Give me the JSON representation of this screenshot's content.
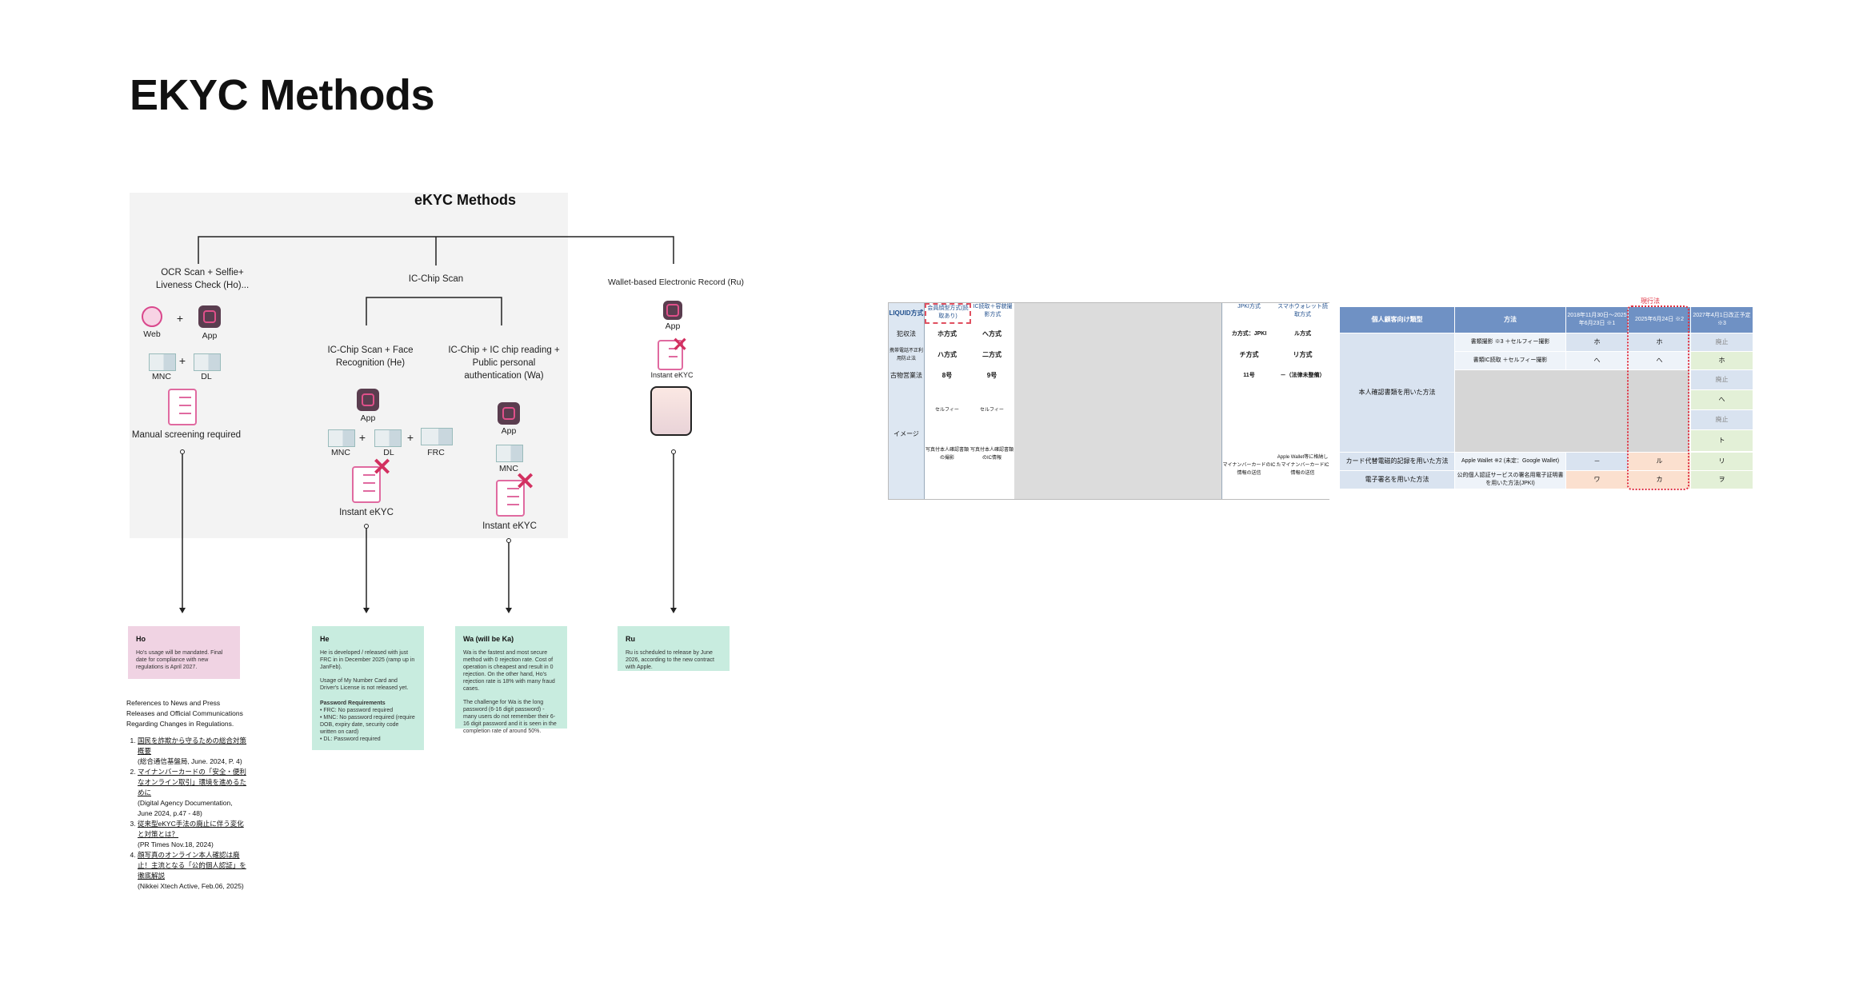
{
  "page": {
    "title": "EKYC Methods"
  },
  "diagram": {
    "title": "eKYC Methods",
    "branches": {
      "ocr": "OCR Scan + Selfie+ Liveness Check (Ho)...",
      "ic": "IC-Chip Scan",
      "wallet": "Wallet-based Electronic Record (Ru)"
    },
    "ic_sub": {
      "face": "IC-Chip Scan + Face Recognition (He)",
      "ppa": "IC-Chip + IC chip reading + Public personal authentication (Wa)"
    },
    "labels": {
      "web": "Web",
      "app": "App",
      "mnc": "MNC",
      "dl": "DL",
      "frc": "FRC",
      "plus": "+",
      "manual": "Manual screening required",
      "instant": "Instant eKYC"
    }
  },
  "notes": {
    "ho": {
      "title": "Ho",
      "body": "Ho's usage will be mandated. Final date for compliance with new regulations is April 2027.",
      "color": "#f0d3e3"
    },
    "he": {
      "title": "He",
      "body": "He is developed / released with just FRC in in December 2025 (ramp up in JanFeb).",
      "body2": "Usage of My Number Card and Driver's License is not released yet.",
      "pw_title": "Password Requirements",
      "pw": [
        "FRC: No password required",
        "MNC: No password required (require DOB, expiry date, security code written on card)",
        "DL: Password required"
      ],
      "color": "#c8ecdf"
    },
    "wa": {
      "title": "Wa (will be Ka)",
      "body": "Wa is the fastest and most secure method with 0 rejection rate. Cost of operation is cheapest and result in 0 rejection. On the other hand, Ho's rejection rate is 18% with many fraud cases.",
      "body2": "The challenge for Wa is the long password (6-16 digit password) - many users do not remember their 6-16 digit password and it is seen in the completion rate of around 50%.",
      "color": "#c8ecdf"
    },
    "ru": {
      "title": "Ru",
      "body": "Ru is scheduled to release by June 2026, according to the new contract with Apple.",
      "color": "#c8ecdf"
    }
  },
  "references": {
    "heading": "References to News and Press Releases and Official Communications Regarding Changes in Regulations.",
    "items": [
      {
        "link": "国民を詐欺から守るための総合対策 概要",
        "source": "(総合通信基盤局, June. 2024, P. 4)"
      },
      {
        "link": "マイナンバーカードの「安全・便利なオンライン取引」環境を進めるために",
        "source": "(Digital Agency Documentation, June 2024, p.47 - 48)"
      },
      {
        "link": "従来型eKYC手法の廃止に伴う変化と対策とは？",
        "source": "(PR Times Nov.18, 2024)"
      },
      {
        "link": "顔写真のオンライン本人確認は廃止！主流となる「公的個人認証」を徹底解説",
        "source": "(Nikkei Xtech Active, Feb.06, 2025)"
      }
    ]
  },
  "screenshot1": {
    "headers": [
      "LIQUID方式",
      "会員顔型方式(読取あり)",
      "IC読取＋容貌撮影方式",
      "JPKI方式",
      "スマホウォレット読取方式"
    ],
    "rows": [
      [
        "犯収法",
        "ホ方式",
        "へ方式",
        "カ方式：JPKI",
        "ル方式"
      ],
      [
        "携帯電話不正利用防止法",
        "ハ方式",
        "二方式",
        "チ方式",
        "リ方式"
      ],
      [
        "古物営業法",
        "8号",
        "9号",
        "11号",
        "－（法律未整備）"
      ]
    ],
    "image_label": "イメージ",
    "captions": [
      "写真付本人確認書類の撮影",
      "写真付本人確認書類のIC情報",
      "マイナンバーカードのIC情報の送信",
      "Apple Wallet等に格納したマイナンバーカードIC情報の送信"
    ],
    "selfie": "セルフィー"
  },
  "screenshot2": {
    "annotation": "現行法",
    "headers": [
      "個人顧客向け類型",
      "方法",
      "2018年11月30日～2025年6月23日 ※1",
      "2025年6月24日 ※2",
      "2027年4月1日改正予定 ※3"
    ],
    "group_label": "本人確認書類を用いた方法",
    "rows": [
      {
        "method": "書類撮影 ※3 ＋セルフィー撮影",
        "a": "ホ",
        "b": "ホ",
        "c": "廃止"
      },
      {
        "method": "書類IC読取 ＋セルフィー撮影",
        "a": "へ",
        "b": "へ",
        "c": "ホ"
      },
      {
        "method": "",
        "a": "",
        "b": "",
        "c": "廃止"
      },
      {
        "method": "",
        "a": "",
        "b": "",
        "c": "へ"
      },
      {
        "method": "",
        "a": "",
        "b": "",
        "c": "廃止"
      },
      {
        "method": "",
        "a": "",
        "b": "",
        "c": "ト"
      }
    ],
    "card_row": {
      "label": "カード代替電磁的記録を用いた方法",
      "method": "Apple Wallet ※2 (未定：Google Wallet)",
      "a": "－",
      "b": "ル",
      "c": "リ"
    },
    "sig_row": {
      "label": "電子署名を用いた方法",
      "method": "公的個人認証サービスの署名用電子証明書を用いた方法(JPKI)",
      "a": "ワ",
      "b": "カ",
      "c": "ヲ"
    }
  }
}
